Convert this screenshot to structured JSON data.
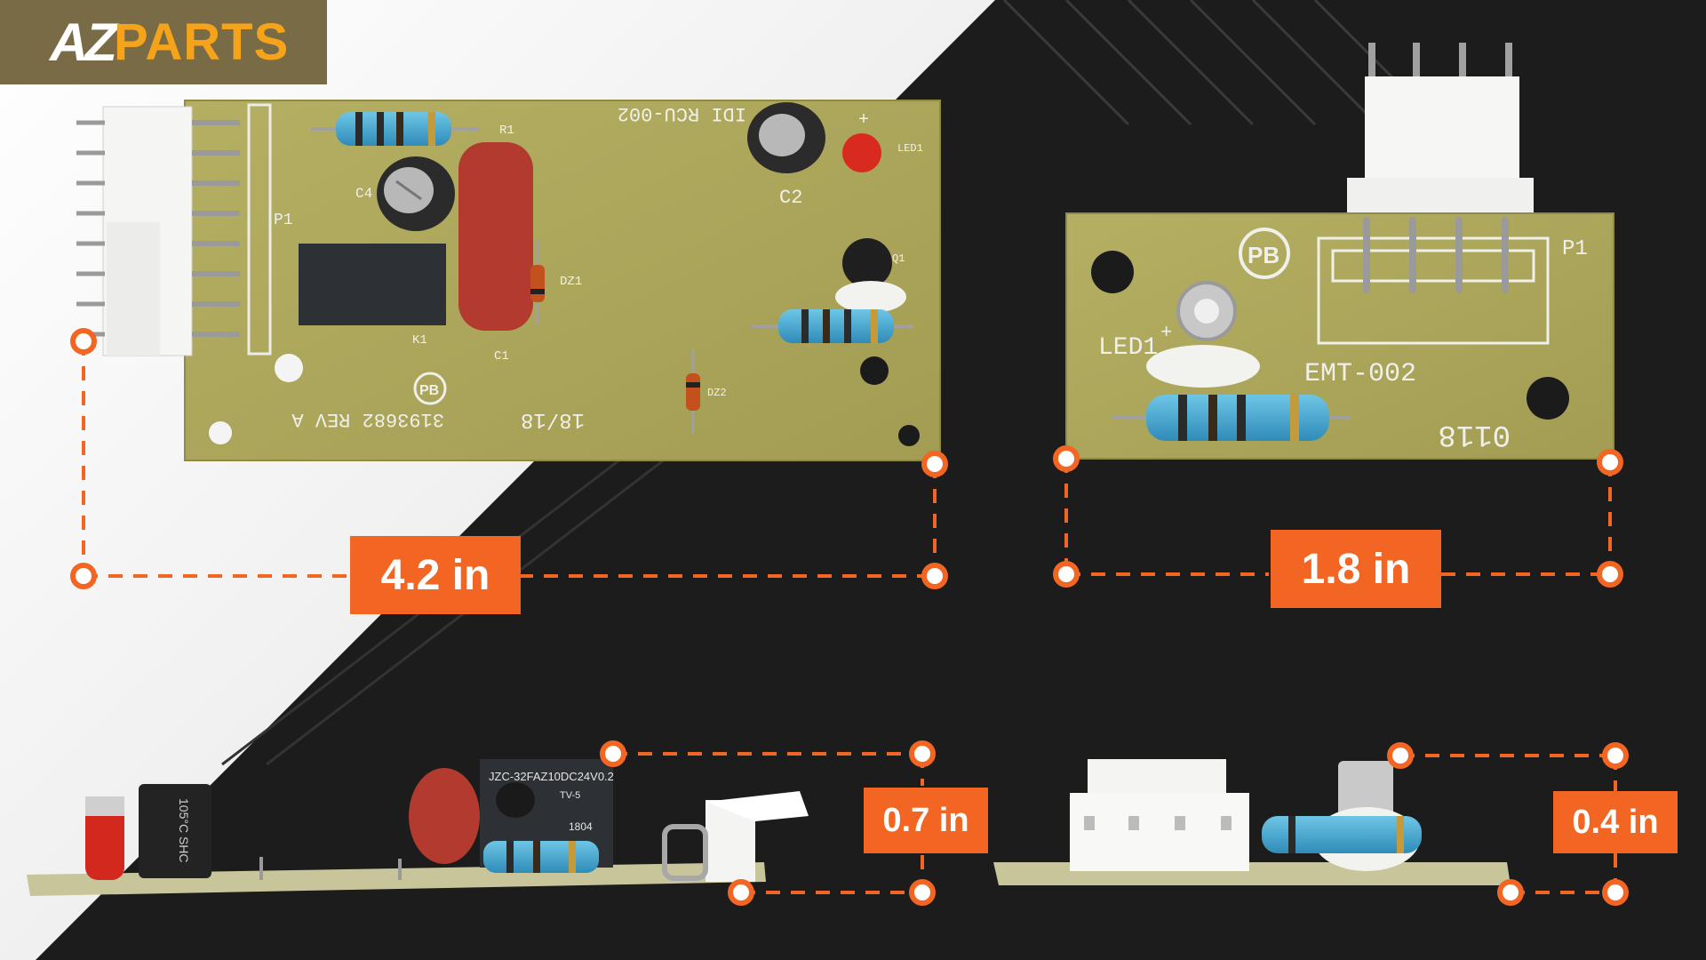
{
  "logo": {
    "az": "AZ",
    "parts": "PARTS"
  },
  "board_large": {
    "labels": {
      "model": "IDI RCU-002",
      "part": "3193682 REV A",
      "date": "18/18",
      "c2": "C2",
      "c4": "C4",
      "p1": "P1",
      "r1": "R1",
      "k1": "K1",
      "c1": "C1",
      "dz1": "DZ1",
      "dz2": "DZ2",
      "q1": "Q1",
      "led1": "LED1",
      "pb": "PB",
      "plus": "+"
    }
  },
  "board_small": {
    "labels": {
      "model": "EMT-002",
      "date": "0118",
      "led1": "LED1",
      "p1": "P1",
      "pb": "PB",
      "plus": "+"
    }
  },
  "side_large": {
    "relay_text": "JZC-32FAZ10DC24V0.2",
    "relay_sub": "TV-5",
    "relay_code": "1804",
    "cap_text": "105°C SHC"
  },
  "dimensions": {
    "large_width": "4.2 in",
    "small_width": "1.8 in",
    "large_height": "0.7 in",
    "small_height": "0.4 in"
  },
  "colors": {
    "accent": "#f26522",
    "pcb": "#a9a45b",
    "background_dark": "#1c1c1c",
    "background_light": "#f1f1f1"
  }
}
